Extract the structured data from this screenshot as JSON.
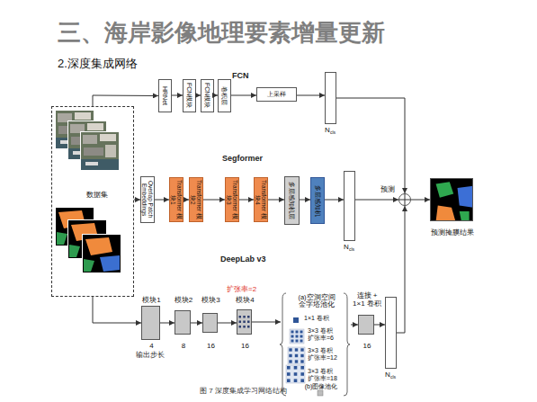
{
  "diagram": {
    "title": "三、海岸影像地理要素增量更新",
    "caption": "图 7 深度集成学习网络结构",
    "nodes": [
      {
        "text": [
          "数据集"
        ]
      },
      {
        "text": [
          "HRNet"
        ]
      },
      {
        "text": [
          "FCN模块"
        ]
      },
      {
        "text": [
          "FCN模块"
        ]
      },
      {
        "text": [
          "卷积层"
        ]
      },
      {
        "text": [
          "上采样"
        ]
      },
      {
        "text": [
          "N",
          "cls"
        ]
      },
      {
        "text": [
          "Overlap Patch Embeddings"
        ]
      },
      {
        "text": [
          "Transformer 模块1"
        ]
      },
      {
        "text": [
          "Transformer 模块2"
        ]
      },
      {
        "text": [
          "Transformer 模块3"
        ]
      },
      {
        "text": [
          "Transformer 模块4"
        ]
      },
      {
        "text": [
          "多层感知机层"
        ]
      },
      {
        "text": [
          "多层感知机"
        ]
      },
      {
        "text": [
          "N",
          "cls"
        ]
      },
      {
        "text": [
          "预测"
        ]
      },
      {
        "text": [
          "预测掩膜结果"
        ]
      },
      {
        "text": [
          "模块1",
          "4"
        ]
      },
      {
        "text": [
          "模块2",
          "8"
        ]
      },
      {
        "text": [
          "模块3",
          "16"
        ]
      },
      {
        "text": [
          "模块4",
          "16"
        ]
      },
      {
        "text": [
          "(a)空洞空间金字塔池化",
          "1×1 卷积",
          "3×3 卷积 扩张率=6",
          "3×3 卷积 扩张率=12",
          "3×3 卷积 扩张率=18",
          "(b)图像池化"
        ]
      },
      {
        "text": [
          "连接 + 1×1 卷积",
          "16"
        ]
      },
      {
        "text": [
          "N",
          "cls"
        ]
      }
    ],
    "edges": [
      {
        "from": 0,
        "to": 1,
        "arrow": "to"
      },
      {
        "from": 1,
        "to": 2,
        "arrow": "to"
      },
      {
        "from": 2,
        "to": 3,
        "arrow": "to"
      },
      {
        "from": 3,
        "to": 4,
        "arrow": "to"
      },
      {
        "from": 4,
        "to": 5,
        "arrow": "to"
      },
      {
        "from": 5,
        "to": 6,
        "arrow": "to"
      },
      {
        "from": 6,
        "to": 15,
        "arrow": "to"
      },
      {
        "from": 0,
        "to": 7,
        "arrow": "to"
      },
      {
        "from": 7,
        "to": 8,
        "arrow": "to"
      },
      {
        "from": 8,
        "to": 9,
        "arrow": "to"
      },
      {
        "from": 9,
        "to": 10,
        "arrow": "to"
      },
      {
        "from": 10,
        "to": 11,
        "arrow": "to"
      },
      {
        "from": 11,
        "to": 12,
        "arrow": "to"
      },
      {
        "from": 12,
        "to": 13,
        "arrow": "to"
      },
      {
        "from": 13,
        "to": 14,
        "arrow": "to"
      },
      {
        "from": 14,
        "to": 15,
        "arrow": "to"
      },
      {
        "from": 0,
        "to": 17,
        "arrow": "to"
      },
      {
        "from": 17,
        "to": 18,
        "arrow": "to"
      },
      {
        "from": 18,
        "to": 19,
        "arrow": "to"
      },
      {
        "from": 19,
        "to": 20,
        "arrow": "to"
      },
      {
        "from": 20,
        "to": 21,
        "arrow": "to"
      },
      {
        "from": 21,
        "to": 22,
        "arrow": "to"
      },
      {
        "from": 22,
        "to": 23,
        "arrow": "to"
      },
      {
        "from": 23,
        "to": 15,
        "arrow": "to"
      },
      {
        "from": 15,
        "to": 16,
        "arrow": "to"
      }
    ],
    "labels": [
      "2.深度集成网络",
      "FCN",
      "Segformer",
      "DeepLab v3",
      "扩张率=2",
      "输出步长"
    ]
  }
}
